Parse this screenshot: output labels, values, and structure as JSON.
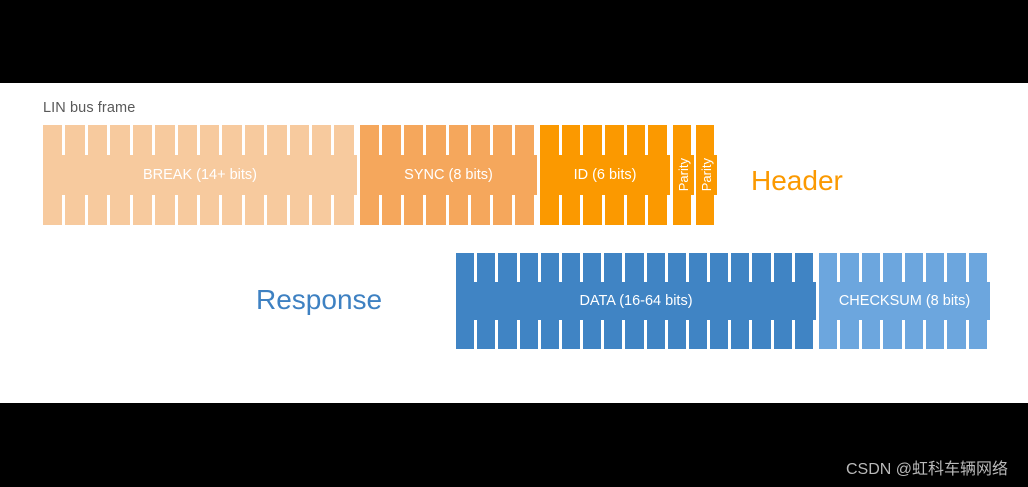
{
  "caption": "LIN bus frame",
  "watermark": "CSDN @虹科车辆网络",
  "colors": {
    "break": "#F7CA9E",
    "sync": "#F5A75C",
    "id": "#FB9900",
    "parity": "#FB9900",
    "data": "#4084C4",
    "checksum": "#6CA6DE",
    "header_title": "#FB9900",
    "response_title": "#3E81C2",
    "caption_text": "#595959",
    "background": "#FFFFFF",
    "letterbox": "#000000"
  },
  "header": {
    "title": "Header",
    "fields": [
      {
        "name": "break",
        "label": "BREAK (14+ bits)",
        "bits": 14,
        "pulses": 14,
        "orientation": "horizontal"
      },
      {
        "name": "sync",
        "label": "SYNC (8 bits)",
        "bits": 8,
        "pulses": 8,
        "orientation": "horizontal"
      },
      {
        "name": "id",
        "label": "ID (6 bits)",
        "bits": 6,
        "pulses": 6,
        "orientation": "horizontal"
      },
      {
        "name": "parity1",
        "label": "Parity",
        "bits": 1,
        "pulses": 1,
        "orientation": "vertical"
      },
      {
        "name": "parity2",
        "label": "Parity",
        "bits": 1,
        "pulses": 1,
        "orientation": "vertical"
      }
    ]
  },
  "response": {
    "title": "Response",
    "fields": [
      {
        "name": "data",
        "label": "DATA (16-64 bits)",
        "bits": 64,
        "pulses": 17,
        "orientation": "horizontal"
      },
      {
        "name": "checksum",
        "label": "CHECKSUM (8 bits)",
        "bits": 8,
        "pulses": 8,
        "orientation": "horizontal"
      }
    ]
  }
}
